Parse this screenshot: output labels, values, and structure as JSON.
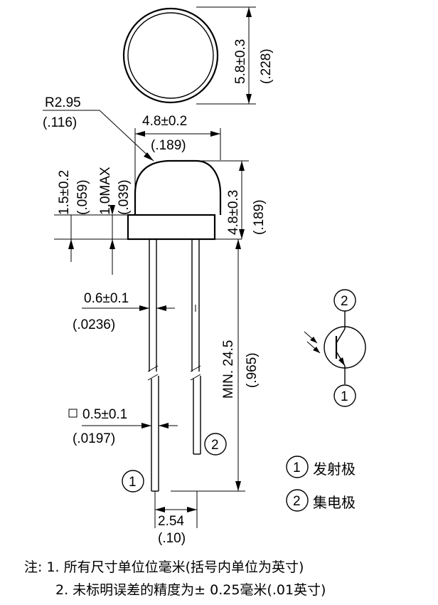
{
  "dimensions": {
    "diameter_mm": "5.8±0.3",
    "diameter_in": "(.228)",
    "radius_mm": "R2.95",
    "radius_in": "(.116)",
    "body_width_mm": "4.8±0.2",
    "body_width_in": "(.189)",
    "flange_height_mm": "1.5±0.2",
    "flange_height_in": "(.059)",
    "flange_max_mm": "1.0MAX",
    "flange_max_in": "(.039)",
    "body_height_mm": "4.8±0.3",
    "body_height_in": "(.189)",
    "lead_width_mm": "0.6±0.1",
    "lead_width_in": "(.0236)",
    "lead_length_mm": "MIN. 24.5",
    "lead_length_in": "(.965)",
    "lead_square_mm": "0.5±0.1",
    "lead_square_in": "(.0197)",
    "pitch_mm": "2.54",
    "pitch_in": "(.10)"
  },
  "pins": {
    "pin1_label": "1",
    "pin2_label": "2"
  },
  "legend": [
    {
      "number": "1",
      "label": "发射极"
    },
    {
      "number": "2",
      "label": "集电极"
    }
  ],
  "symbol": {
    "top_pin": "2",
    "bottom_pin": "1"
  },
  "notes": {
    "line1": "注: 1. 所有尺寸单位位毫米(括号内单位为英寸)",
    "line2": "2. 未标明误差的精度为± 0.25毫米(.01英寸)"
  }
}
